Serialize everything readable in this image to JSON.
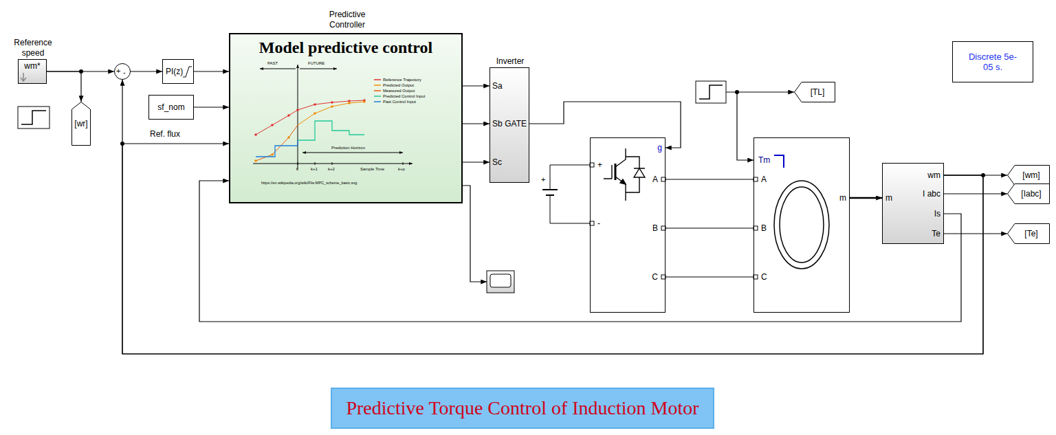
{
  "diagram": {
    "title": "Predictive Torque Control of Induction Motor",
    "nodes": [
      {
        "text": [
          "Reference speed",
          "wm*"
        ]
      },
      {
        "text": [
          "[wr]"
        ]
      },
      {
        "text": [
          "+",
          "-"
        ]
      },
      {
        "text": [
          "PI(z)"
        ]
      },
      {
        "text": [
          "sf_nom"
        ]
      },
      {
        "text": [
          "Predictive Controller",
          "Model predictive control"
        ]
      },
      {
        "text": [
          "Inverter",
          "Sa",
          "Sb",
          "Sc",
          "GATE"
        ]
      },
      {
        "text": [
          "g",
          "+",
          "-",
          "A",
          "B",
          "C"
        ]
      },
      {
        "text": [
          "[TL]"
        ]
      },
      {
        "text": [
          "Tm",
          "A",
          "B",
          "C",
          "m"
        ]
      },
      {
        "text": [
          "wm",
          "I abc",
          "Is",
          "Te",
          "m"
        ]
      },
      {
        "text": [
          "[wm]"
        ]
      },
      {
        "text": [
          "[Iabc]"
        ]
      },
      {
        "text": [
          "[Te]"
        ]
      },
      {
        "text": [
          "Discrete 5e-05 s."
        ]
      }
    ],
    "edges": [
      {
        "from": 0,
        "to": 2,
        "arrow": "to"
      },
      {
        "from": 0,
        "to": 1,
        "arrow": "to"
      },
      {
        "from": 2,
        "to": 3,
        "arrow": "to"
      },
      {
        "from": 3,
        "to": 5,
        "arrow": "to"
      },
      {
        "from": 4,
        "to": 5,
        "arrow": "to"
      },
      {
        "from": 10,
        "to": 5,
        "arrow": "to"
      },
      {
        "from": 10,
        "to": 2,
        "arrow": "to"
      },
      {
        "from": 10,
        "to": 5,
        "arrow": "to"
      },
      {
        "from": 5,
        "to": 6,
        "arrow": "to"
      },
      {
        "from": 5,
        "to": 6,
        "arrow": "to"
      },
      {
        "from": 5,
        "to": 6,
        "arrow": "to"
      },
      {
        "from": 6,
        "to": 7,
        "arrow": "to"
      },
      {
        "from": 7,
        "to": 9,
        "arrow": "none"
      },
      {
        "from": 7,
        "to": 9,
        "arrow": "none"
      },
      {
        "from": 7,
        "to": 9,
        "arrow": "none"
      },
      {
        "from": 9,
        "to": 10,
        "arrow": "to"
      },
      {
        "from": 10,
        "to": 11,
        "arrow": "to"
      },
      {
        "from": 10,
        "to": 12,
        "arrow": "to"
      },
      {
        "from": 10,
        "to": 13,
        "arrow": "to"
      }
    ],
    "labels": [
      "Ref. flux",
      "+",
      "PAST",
      "FUTURE",
      "Prediction Horizon",
      "k",
      "k+1",
      "k+2",
      "Sample Time",
      "k+p",
      "https://en.wikipedia.org/wiki/File:MPC_scheme_basic.svg"
    ],
    "legend": [
      {
        "text": "Reference Trajectory"
      },
      {
        "text": "Predicted Output"
      },
      {
        "text": "Measured Output"
      },
      {
        "text": "Predicted Control Input"
      },
      {
        "text": "Past Control Input"
      }
    ]
  }
}
